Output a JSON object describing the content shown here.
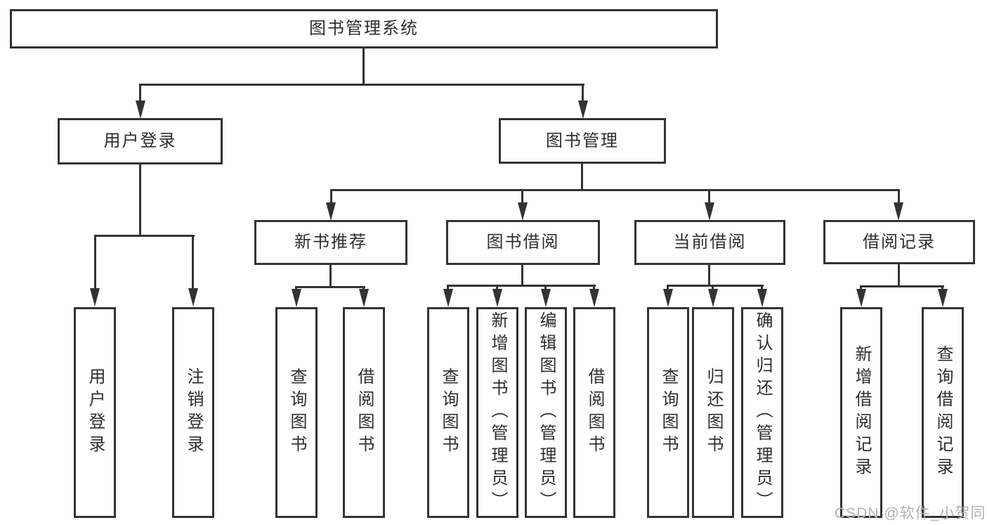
{
  "colors": {
    "line": "#333333",
    "text": "#2e2e2e",
    "watermark": "#b3b3b3",
    "background": "#ffffff"
  },
  "root": {
    "label": "图书管理系统"
  },
  "branches": [
    {
      "label": "用户登录",
      "children": [
        {
          "label": "用户登录"
        },
        {
          "label": "注销登录"
        }
      ]
    },
    {
      "label": "图书管理",
      "children": [
        {
          "label": "新书推荐",
          "children": [
            {
              "label": "查询图书"
            },
            {
              "label": "借阅图书"
            }
          ]
        },
        {
          "label": "图书借阅",
          "children": [
            {
              "label": "查询图书"
            },
            {
              "label": "新增图书（管理员）"
            },
            {
              "label": "编辑图书（管理员）"
            },
            {
              "label": "借阅图书"
            }
          ]
        },
        {
          "label": "当前借阅",
          "children": [
            {
              "label": "查询图书"
            },
            {
              "label": "归还图书"
            },
            {
              "label": "确认归还（管理员）"
            }
          ]
        },
        {
          "label": "借阅记录",
          "children": [
            {
              "label": "新增借阅记录"
            },
            {
              "label": "查询借阅记录"
            }
          ]
        }
      ]
    }
  ],
  "watermark": {
    "text": "CSDN @软件_小贺同学"
  }
}
